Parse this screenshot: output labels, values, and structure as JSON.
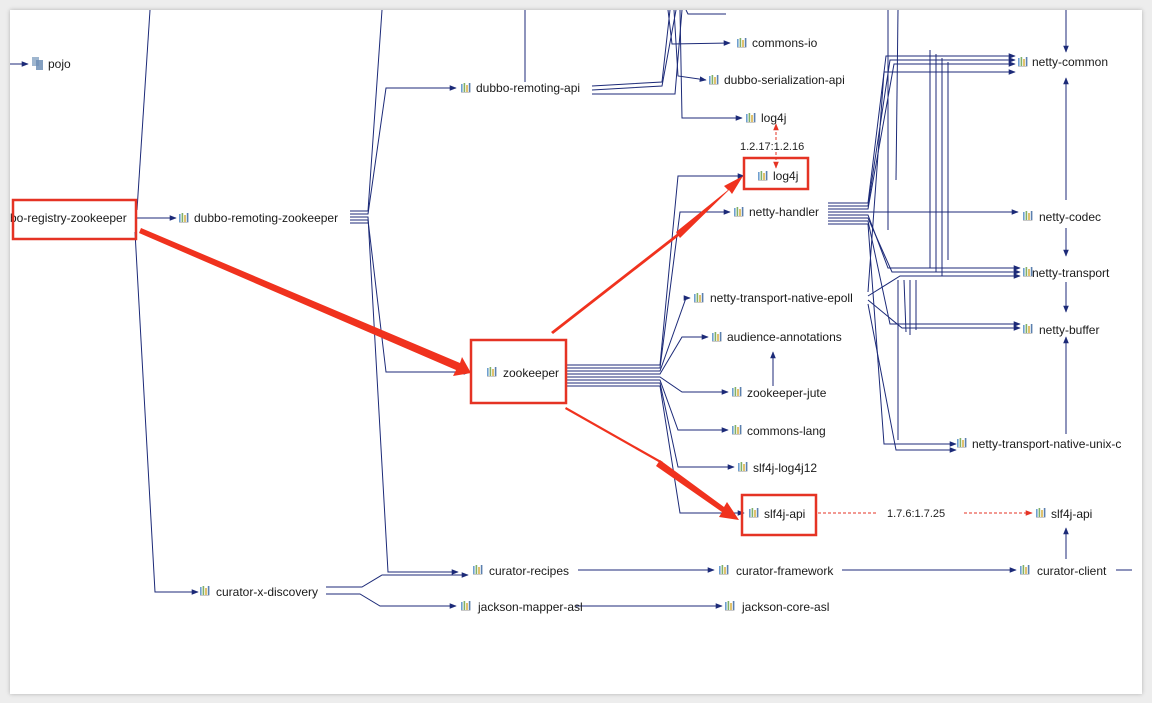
{
  "nodes": {
    "pojo": "pojo",
    "registry_zookeeper": "bo-registry-zookeeper",
    "dubbo_remoting_zookeeper": "dubbo-remoting-zookeeper",
    "dubbo_remoting_api": "dubbo-remoting-api",
    "commons_io": "commons-io",
    "dubbo_serialization_api": "dubbo-serialization-api",
    "log4j_top": "log4j",
    "log4j": "log4j",
    "netty_common": "netty-common",
    "netty_handler": "netty-handler",
    "netty_codec": "netty-codec",
    "netty_transport": "netty-transport",
    "netty_transport_native_epoll": "netty-transport-native-epoll",
    "netty_buffer": "netty-buffer",
    "zookeeper": "zookeeper",
    "audience_annotations": "audience-annotations",
    "zookeeper_jute": "zookeeper-jute",
    "commons_lang": "commons-lang",
    "slf4j_log4j12": "slf4j-log4j12",
    "netty_transport_native_unix": "netty-transport-native-unix-c",
    "slf4j_api": "slf4j-api",
    "slf4j_api_right": "slf4j-api",
    "curator_recipes": "curator-recipes",
    "curator_framework": "curator-framework",
    "curator_client": "curator-client",
    "curator_x_discovery": "curator-x-discovery",
    "jackson_mapper_asl": "jackson-mapper-asl",
    "jackson_core_asl": "jackson-core-asl"
  },
  "conflicts": {
    "log4j_versions": "1.2.17:1.2.16",
    "slf4j_versions": "1.7.6:1.7.25"
  },
  "colors": {
    "edge": "#1c2a78",
    "conflict": "#e53324",
    "highlight_box": "#e53324",
    "annotation_arrow": "#f0321e",
    "lib_icon": [
      "#6f9fcf",
      "#7fb069",
      "#d9b44a",
      "#5b7fae"
    ]
  },
  "icons": {
    "module": "module-icon",
    "library": "library-icon"
  }
}
